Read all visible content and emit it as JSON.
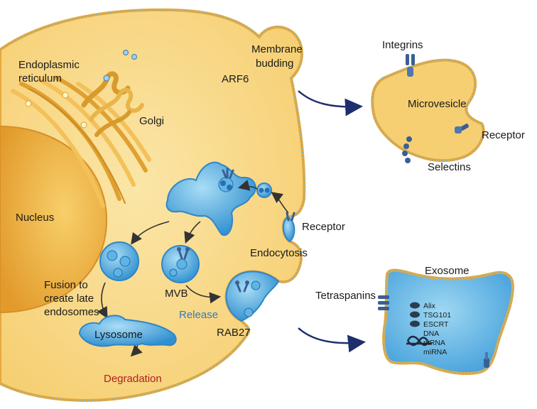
{
  "colors": {
    "cytoplasm": "#f8d887",
    "membrane": "#e8b04a",
    "membrane_dots": "#6fb7cf",
    "nucleus": "#f0b64d",
    "organelle": "#e0a030",
    "vesicle": "#3a9ad8",
    "vesicle_light": "#9fd6f2",
    "protein": "#3a5f95",
    "arrow": "#333333",
    "release_text": "#3a78b8",
    "degradation_text": "#b02020",
    "exosome_arrow": "#1f2f6e"
  },
  "labels": {
    "er_line1": "Endoplasmic",
    "er_line2": "reticulum",
    "golgi": "Golgi",
    "nucleus": "Nucleus",
    "membrane_budding_line1": "Membrane",
    "membrane_budding_line2": "budding",
    "arf6": "ARF6",
    "integrins": "Integrins",
    "microvesicle": "Microvesicle",
    "receptor_mv": "Receptor",
    "selectins": "Selectins",
    "receptor_endo": "Receptor",
    "endocytosis": "Endocytosis",
    "fusion_line1": "Fusion to",
    "fusion_line2": "create late",
    "fusion_line3": "endosomes",
    "mvb": "MVB",
    "release": "Release",
    "lysosome": "Lysosome",
    "rab27": "RAB27",
    "degradation": "Degradation",
    "exosome": "Exosome",
    "tetraspanins": "Tetraspanins"
  },
  "exosome_contents": [
    "Alix",
    "TSG101",
    "ESCRT",
    "DNA",
    "mRNA",
    "miRNA"
  ]
}
